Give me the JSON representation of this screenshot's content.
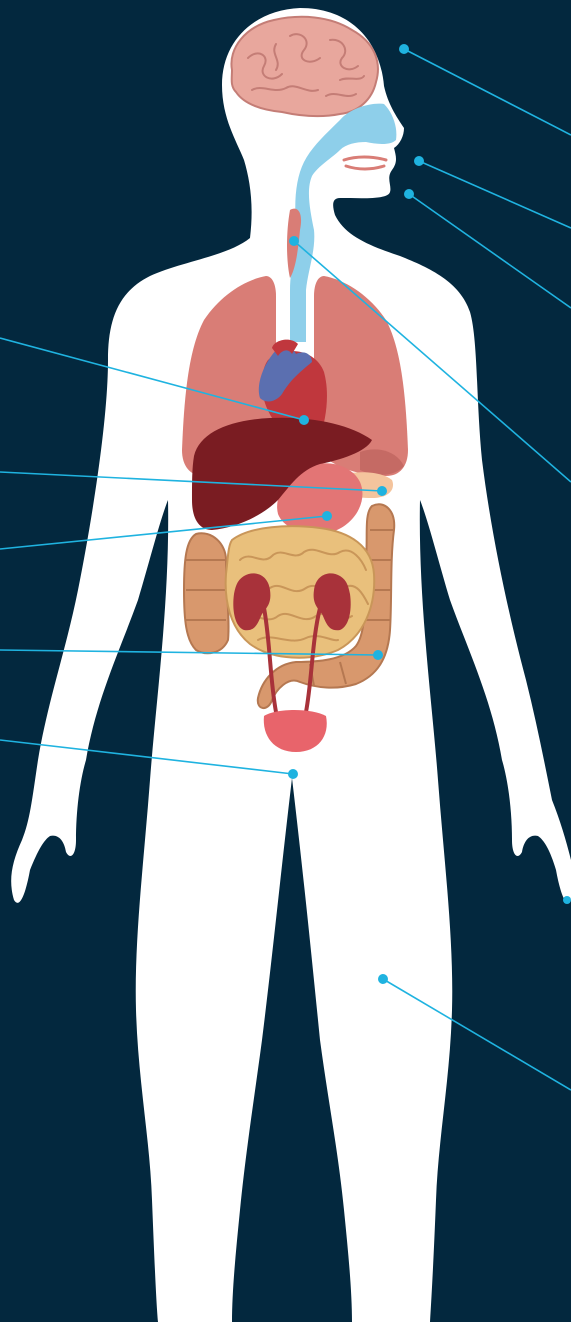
{
  "colors": {
    "background": "#03283e",
    "body": "#ffffff",
    "leader_line": "#1fb3e0",
    "brain": "#e8a79d",
    "brain_fold": "#c47d76",
    "airway": "#8ecfea",
    "lungs": "#d97d76",
    "lungs_shadow": "#c56a64",
    "heart": "#c0373d",
    "heart_vessels": "#5b6fb0",
    "liver": "#7a1c22",
    "stomach": "#e37575",
    "pancreas": "#f4c49d",
    "small_intestine": "#e9c07c",
    "small_intestine_fold": "#c99659",
    "large_intestine": "#d8986d",
    "large_intestine_fold": "#b57851",
    "kidneys": "#a8323a",
    "bladder": "#e8646b",
    "mouth": "#d97d76"
  },
  "callouts": [
    {
      "organ": "brain",
      "side": "right"
    },
    {
      "organ": "nose",
      "side": "right"
    },
    {
      "organ": "mouth",
      "side": "right"
    },
    {
      "organ": "esophagus",
      "side": "right"
    },
    {
      "organ": "heart",
      "side": "left"
    },
    {
      "organ": "pancreas",
      "side": "left"
    },
    {
      "organ": "stomach",
      "side": "left"
    },
    {
      "organ": "large-intestine",
      "side": "left"
    },
    {
      "organ": "groin",
      "side": "left"
    },
    {
      "organ": "hand",
      "side": "right"
    },
    {
      "organ": "leg",
      "side": "right"
    }
  ]
}
